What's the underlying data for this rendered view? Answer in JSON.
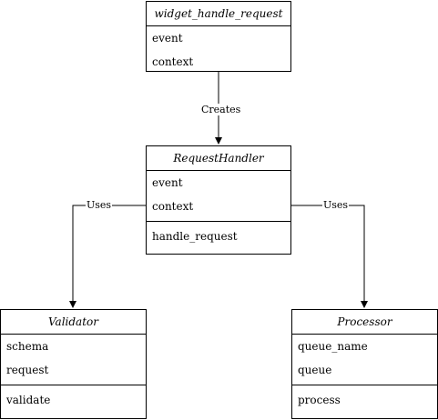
{
  "classes": {
    "widget": {
      "name": "widget_handle_request",
      "attributes": [
        "event",
        "context"
      ],
      "methods": []
    },
    "handler": {
      "name": "RequestHandler",
      "attributes": [
        "event",
        "context"
      ],
      "methods": [
        "handle_request"
      ]
    },
    "validator": {
      "name": "Validator",
      "attributes": [
        "schema",
        "request"
      ],
      "methods": [
        "validate"
      ]
    },
    "processor": {
      "name": "Processor",
      "attributes": [
        "queue_name",
        "queue"
      ],
      "methods": [
        "process"
      ]
    }
  },
  "relations": {
    "creates": "Creates",
    "uses_validator": "Uses",
    "uses_processor": "Uses"
  }
}
